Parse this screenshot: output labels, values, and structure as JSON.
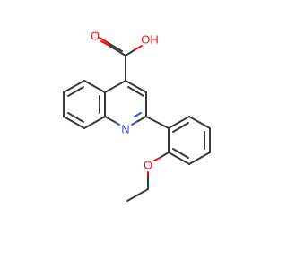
{
  "molecule": {
    "atom_labels": {
      "carboxyl_oxygen_double": "O",
      "carboxyl_hydroxyl": "OH",
      "ring_nitrogen": "N",
      "ether_oxygen": "O"
    },
    "colors": {
      "bond": "#3a3a3a",
      "oxygen": "#ff0d0d",
      "nitrogen": "#3050f8"
    }
  }
}
